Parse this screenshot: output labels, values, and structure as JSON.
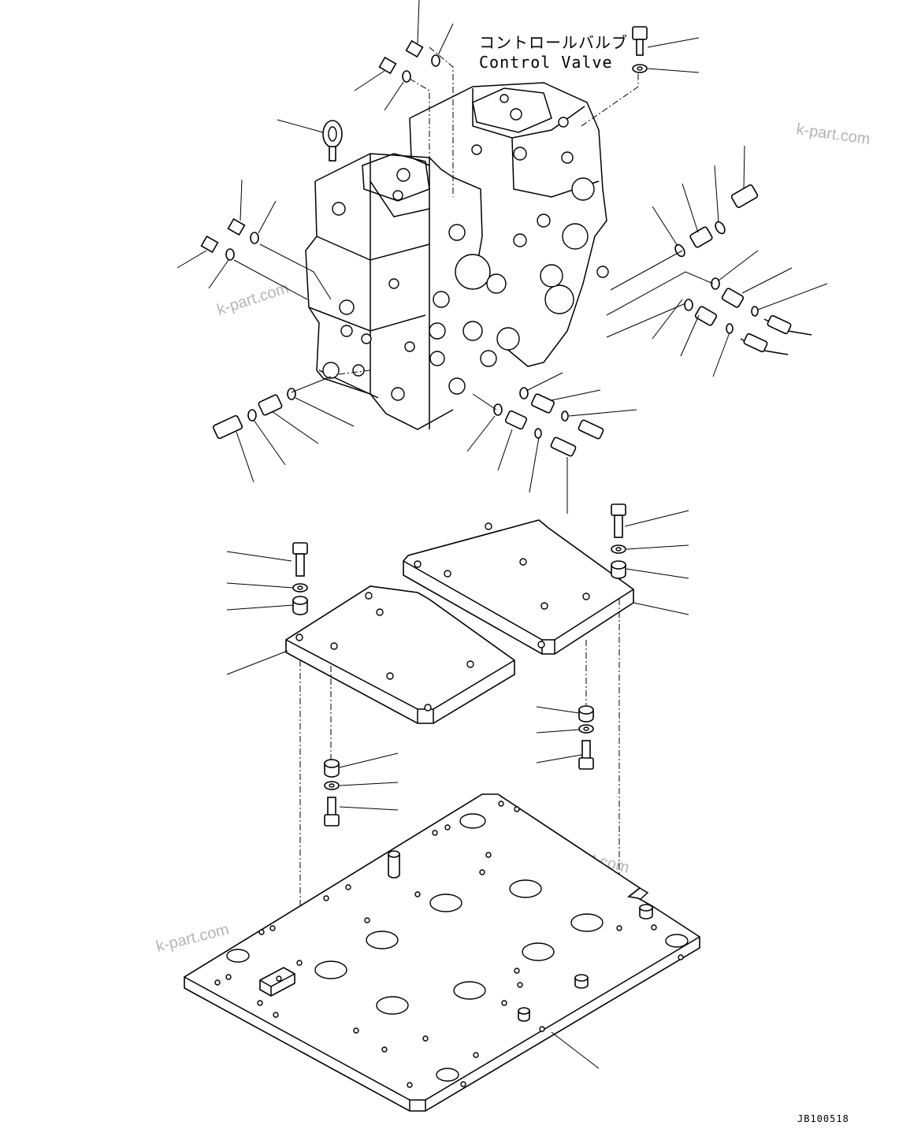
{
  "title_jp": "コントロールバルブ",
  "title_en": "Control Valve",
  "watermarks": [
    "k-part.com",
    "k-part.com",
    "k-part.com",
    "k-part.com"
  ],
  "drawing_code": "JB100518"
}
